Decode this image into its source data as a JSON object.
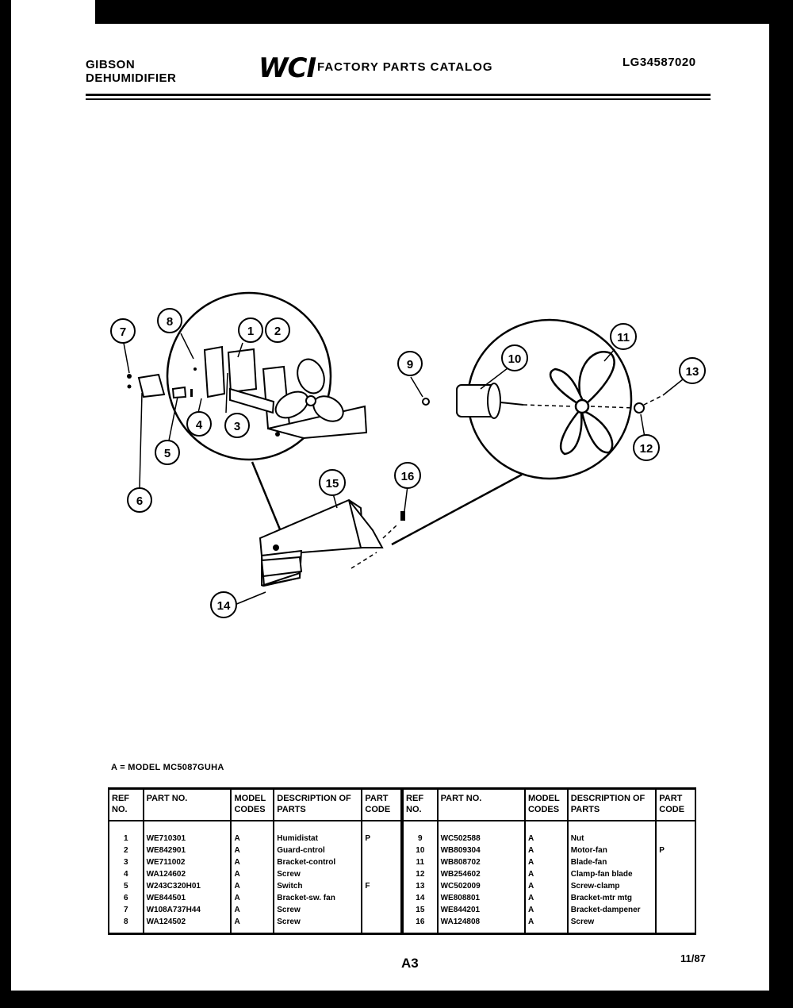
{
  "header": {
    "brand_line1": "GIBSON",
    "brand_line2": "DEHUMIDIFIER",
    "logo": "WCI",
    "catalog_title": "FACTORY PARTS CATALOG",
    "doc_number": "LG34587020"
  },
  "diagram": {
    "callouts": [
      "7",
      "8",
      "1",
      "2",
      "3",
      "4",
      "5",
      "6",
      "9",
      "10",
      "11",
      "13",
      "12",
      "15",
      "16",
      "14"
    ]
  },
  "model_note": "A = MODEL MC5087GUHA",
  "table": {
    "headers": {
      "ref": "REF NO.",
      "part": "PART NO.",
      "model": "MODEL CODES",
      "desc": "DESCRIPTION OF PARTS",
      "code": "PART CODE"
    },
    "rows": [
      {
        "l_ref": "1",
        "l_part": "WE710301",
        "l_model": "A",
        "l_desc": "Humidistat",
        "l_code": "P",
        "r_ref": "9",
        "r_part": "WC502588",
        "r_model": "A",
        "r_desc": "Nut",
        "r_code": ""
      },
      {
        "l_ref": "2",
        "l_part": "WE842901",
        "l_model": "A",
        "l_desc": "Guard-cntrol",
        "l_code": "",
        "r_ref": "10",
        "r_part": "WB809304",
        "r_model": "A",
        "r_desc": "Motor-fan",
        "r_code": "P"
      },
      {
        "l_ref": "3",
        "l_part": "WE711002",
        "l_model": "A",
        "l_desc": "Bracket-control",
        "l_code": "",
        "r_ref": "11",
        "r_part": "WB808702",
        "r_model": "A",
        "r_desc": "Blade-fan",
        "r_code": ""
      },
      {
        "l_ref": "4",
        "l_part": "WA124602",
        "l_model": "A",
        "l_desc": "Screw",
        "l_code": "",
        "r_ref": "12",
        "r_part": "WB254602",
        "r_model": "A",
        "r_desc": "Clamp-fan blade",
        "r_code": ""
      },
      {
        "l_ref": "5",
        "l_part": "W243C320H01",
        "l_model": "A",
        "l_desc": "Switch",
        "l_code": "F",
        "r_ref": "13",
        "r_part": "WC502009",
        "r_model": "A",
        "r_desc": "Screw-clamp",
        "r_code": ""
      },
      {
        "l_ref": "6",
        "l_part": "WE844501",
        "l_model": "A",
        "l_desc": "Bracket-sw. fan",
        "l_code": "",
        "r_ref": "14",
        "r_part": "WE808801",
        "r_model": "A",
        "r_desc": "Bracket-mtr mtg",
        "r_code": ""
      },
      {
        "l_ref": "7",
        "l_part": "W108A737H44",
        "l_model": "A",
        "l_desc": "Screw",
        "l_code": "",
        "r_ref": "15",
        "r_part": "WE844201",
        "r_model": "A",
        "r_desc": "Bracket-dampener",
        "r_code": ""
      },
      {
        "l_ref": "8",
        "l_part": "WA124502",
        "l_model": "A",
        "l_desc": "Screw",
        "l_code": "",
        "r_ref": "16",
        "r_part": "WA124808",
        "r_model": "A",
        "r_desc": "Screw",
        "r_code": ""
      }
    ]
  },
  "footer": {
    "page": "A3",
    "date": "11/87"
  }
}
